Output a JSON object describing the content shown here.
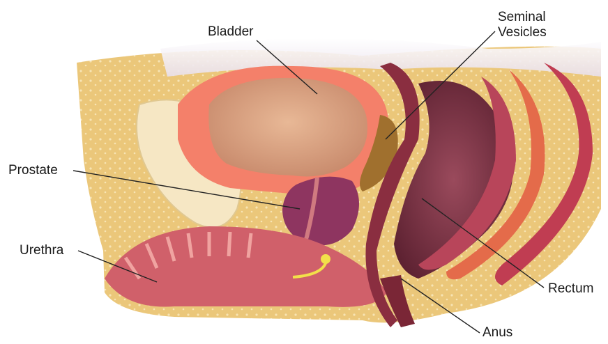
{
  "labels": {
    "bladder": "Bladder",
    "seminal_vesicles_line1": "Seminal",
    "seminal_vesicles_line2": "Vesicles",
    "prostate": "Prostate",
    "urethra": "Urethra",
    "rectum": "Rectum",
    "anus": "Anus"
  },
  "colors": {
    "fat": "#e9c576",
    "bladder_wall": "#f4806a",
    "bladder_lumen": "#d9a582",
    "prostate": "#8e3560",
    "muscle": "#b8455a",
    "rectum_cavity": "#6e2a3a",
    "bone": "#f6e7c4"
  }
}
